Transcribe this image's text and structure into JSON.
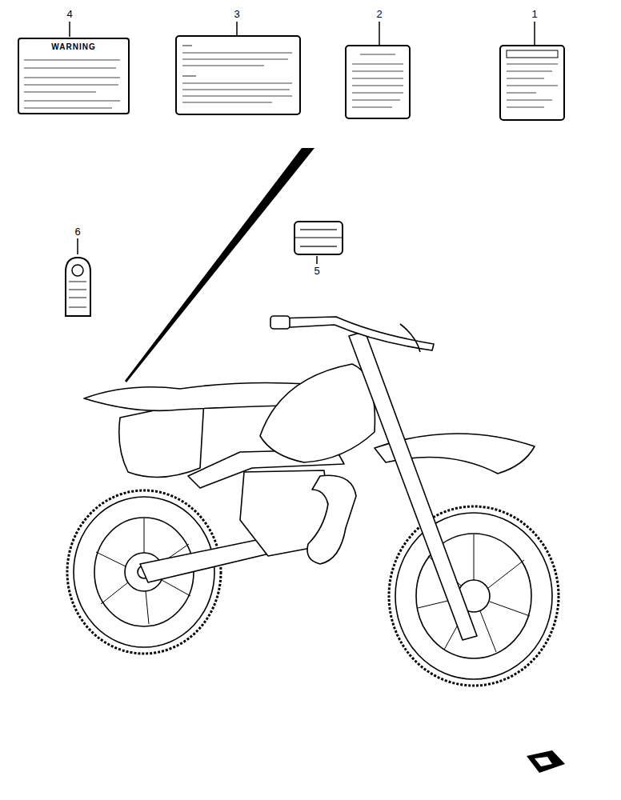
{
  "diagram": {
    "nodes": [
      {
        "text": [
          "WARNING"
        ]
      }
    ],
    "labels": [
      "4",
      "3",
      "2",
      "1",
      "6",
      "5"
    ]
  }
}
